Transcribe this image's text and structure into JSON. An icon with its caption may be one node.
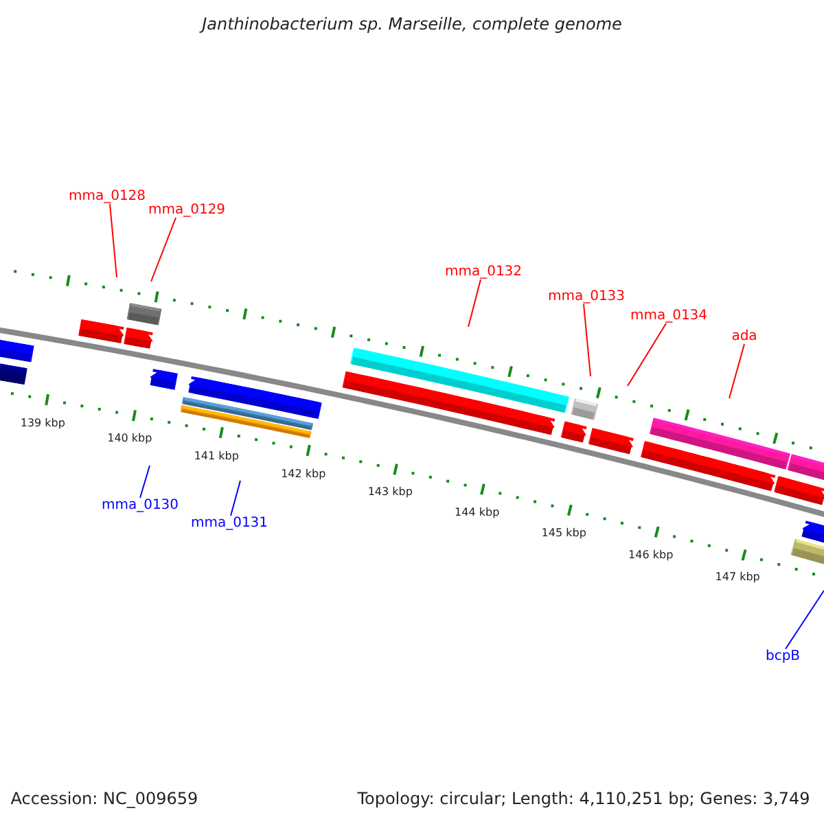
{
  "diagram": {
    "title": "Janthinobacterium sp. Marseille, complete genome",
    "nodes": [
      {
        "text": [
          "mma_0128"
        ]
      },
      {
        "text": [
          "mma_0129"
        ]
      },
      {
        "text": [
          "mma_0132"
        ]
      },
      {
        "text": [
          "mma_0133"
        ]
      },
      {
        "text": [
          "mma_0134"
        ]
      },
      {
        "text": [
          "ada"
        ]
      },
      {
        "text": [
          "mma_0130"
        ]
      },
      {
        "text": [
          "mma_0131"
        ]
      },
      {
        "text": [
          "bcpB"
        ]
      }
    ],
    "edges": [
      {
        "from": 0,
        "to": null,
        "arrow": "none"
      },
      {
        "from": 1,
        "to": null,
        "arrow": "none"
      },
      {
        "from": 2,
        "to": null,
        "arrow": "none"
      },
      {
        "from": 3,
        "to": null,
        "arrow": "none"
      },
      {
        "from": 4,
        "to": null,
        "arrow": "none"
      },
      {
        "from": 5,
        "to": null,
        "arrow": "none"
      },
      {
        "from": 6,
        "to": null,
        "arrow": "none",
        "color": "#0000ff"
      },
      {
        "from": 7,
        "to": null,
        "arrow": "none",
        "color": "#0000ff"
      },
      {
        "from": 8,
        "to": null,
        "arrow": "none",
        "color": "#0000ff"
      }
    ],
    "labels": [
      "139 kbp",
      "140 kbp",
      "141 kbp",
      "142 kbp",
      "143 kbp",
      "144 kbp",
      "145 kbp",
      "146 kbp",
      "147 kbp",
      "Accession: NC_009659",
      "Topology: circular; Length: 4,110,251 bp; Genes: 3,749"
    ]
  }
}
